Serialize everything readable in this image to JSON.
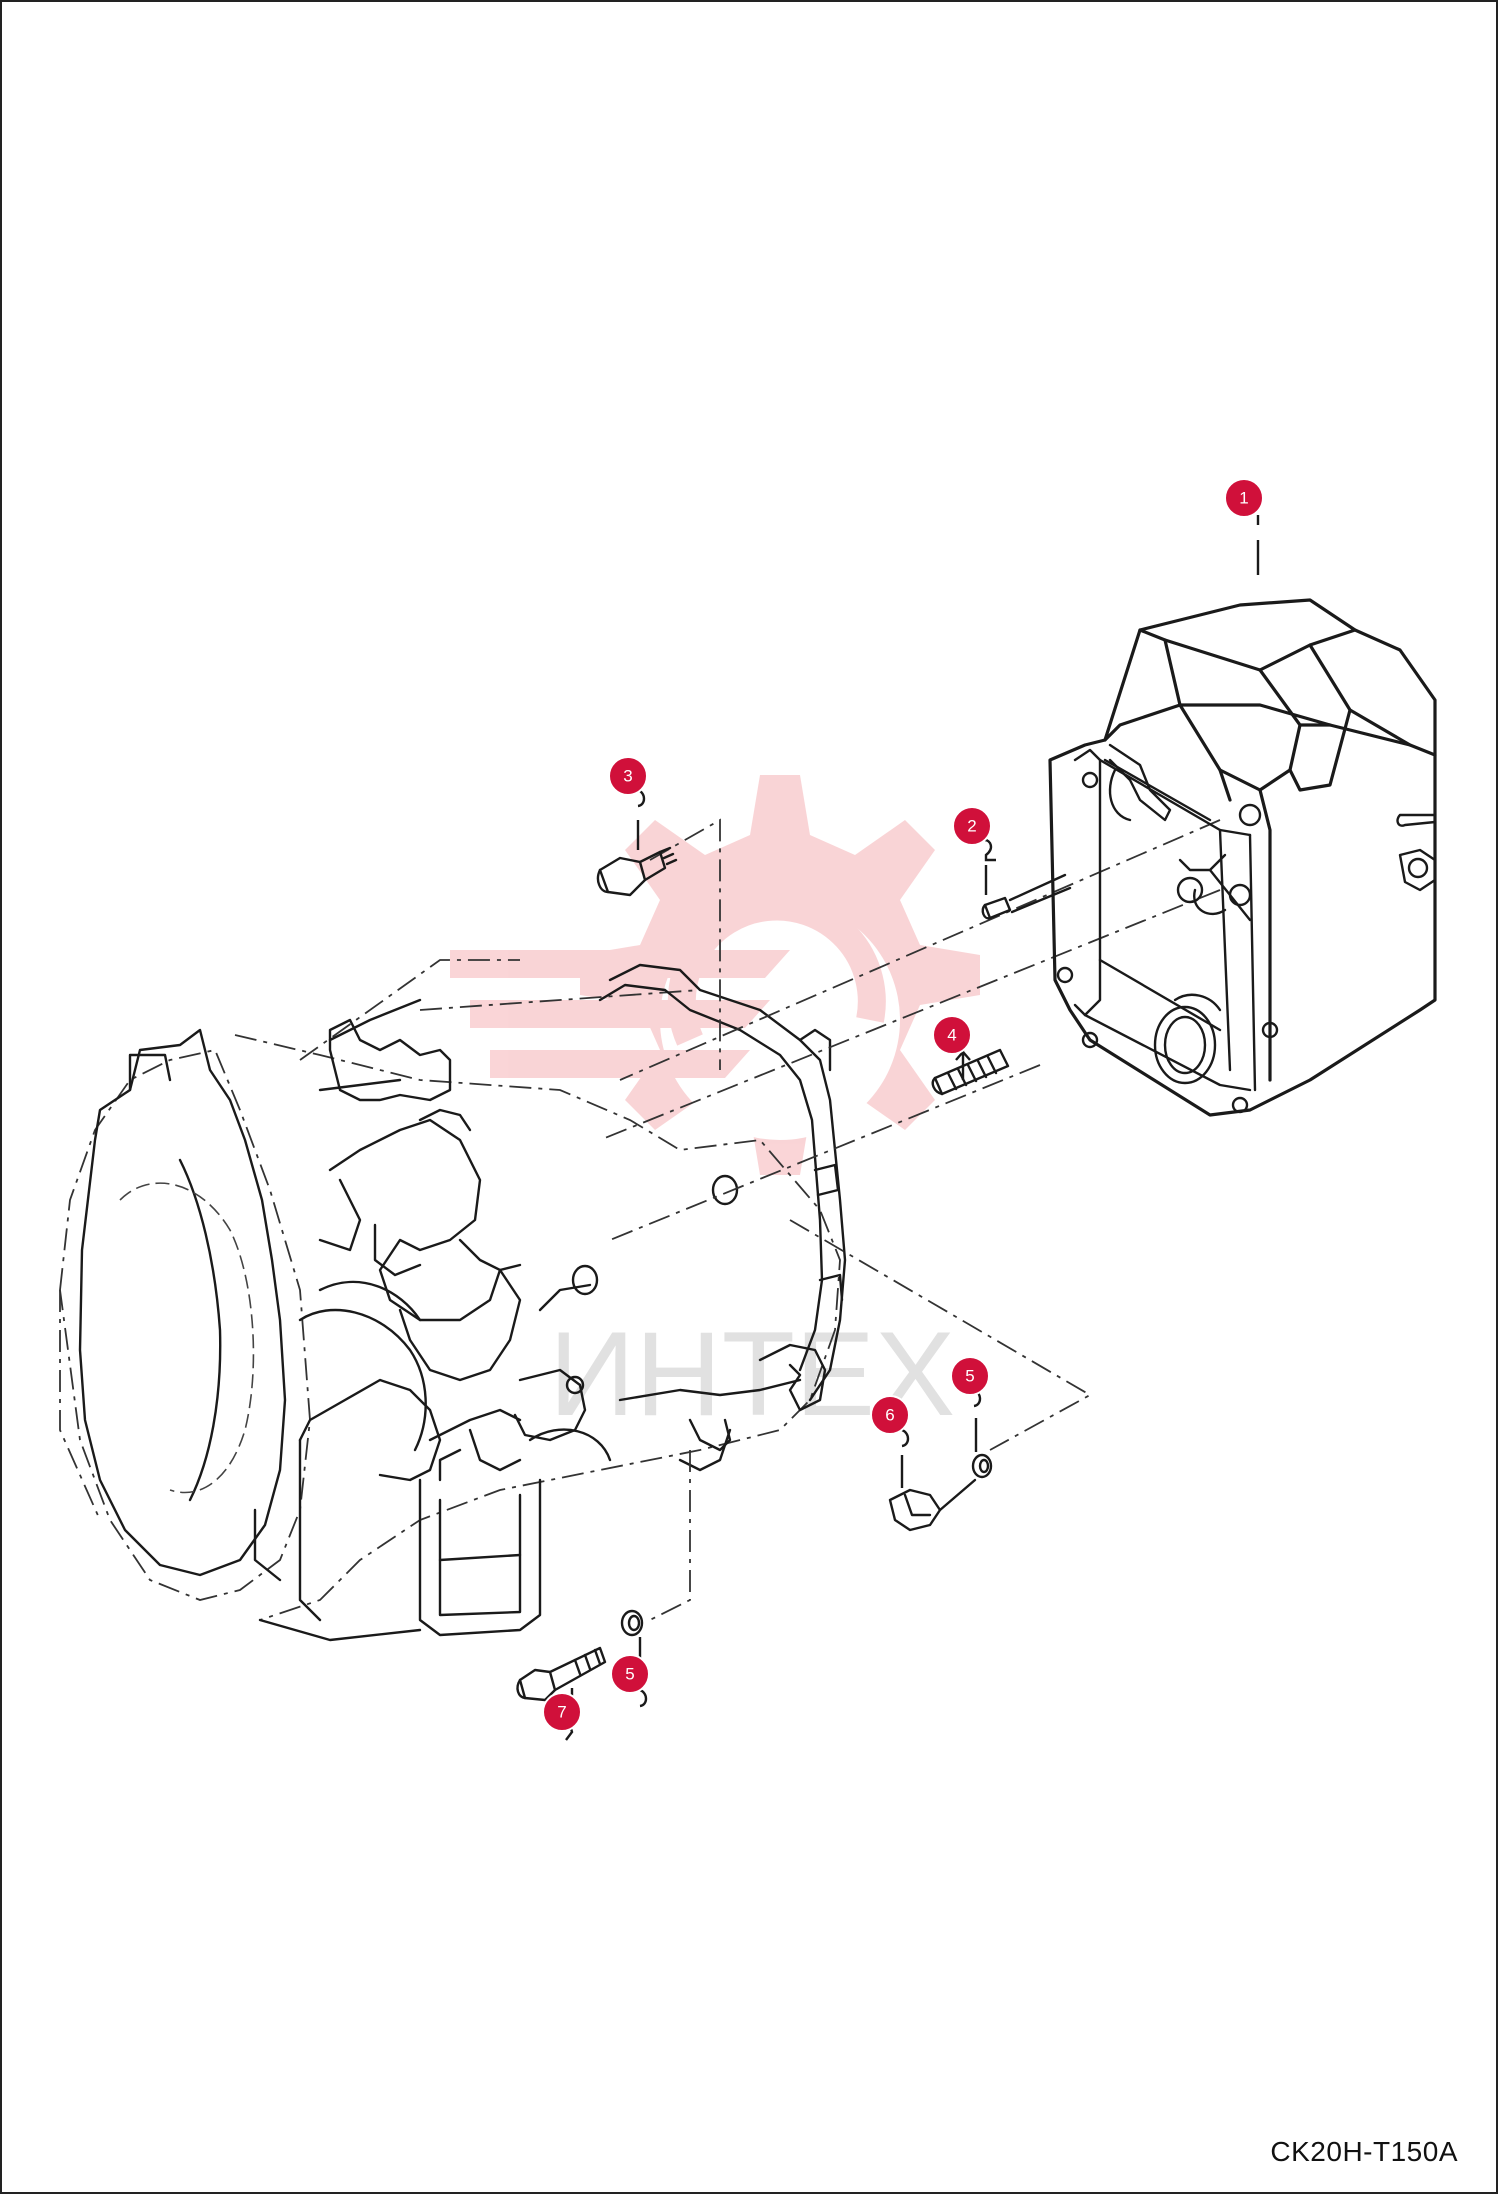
{
  "drawing_code": "CK20H-T150A",
  "callouts": [
    "1",
    "2",
    "3",
    "4",
    "5",
    "5",
    "6",
    "7"
  ],
  "watermark": {
    "text": "ИНТЕХ",
    "color": "#e8424a"
  },
  "accent_color": "#d0103a"
}
